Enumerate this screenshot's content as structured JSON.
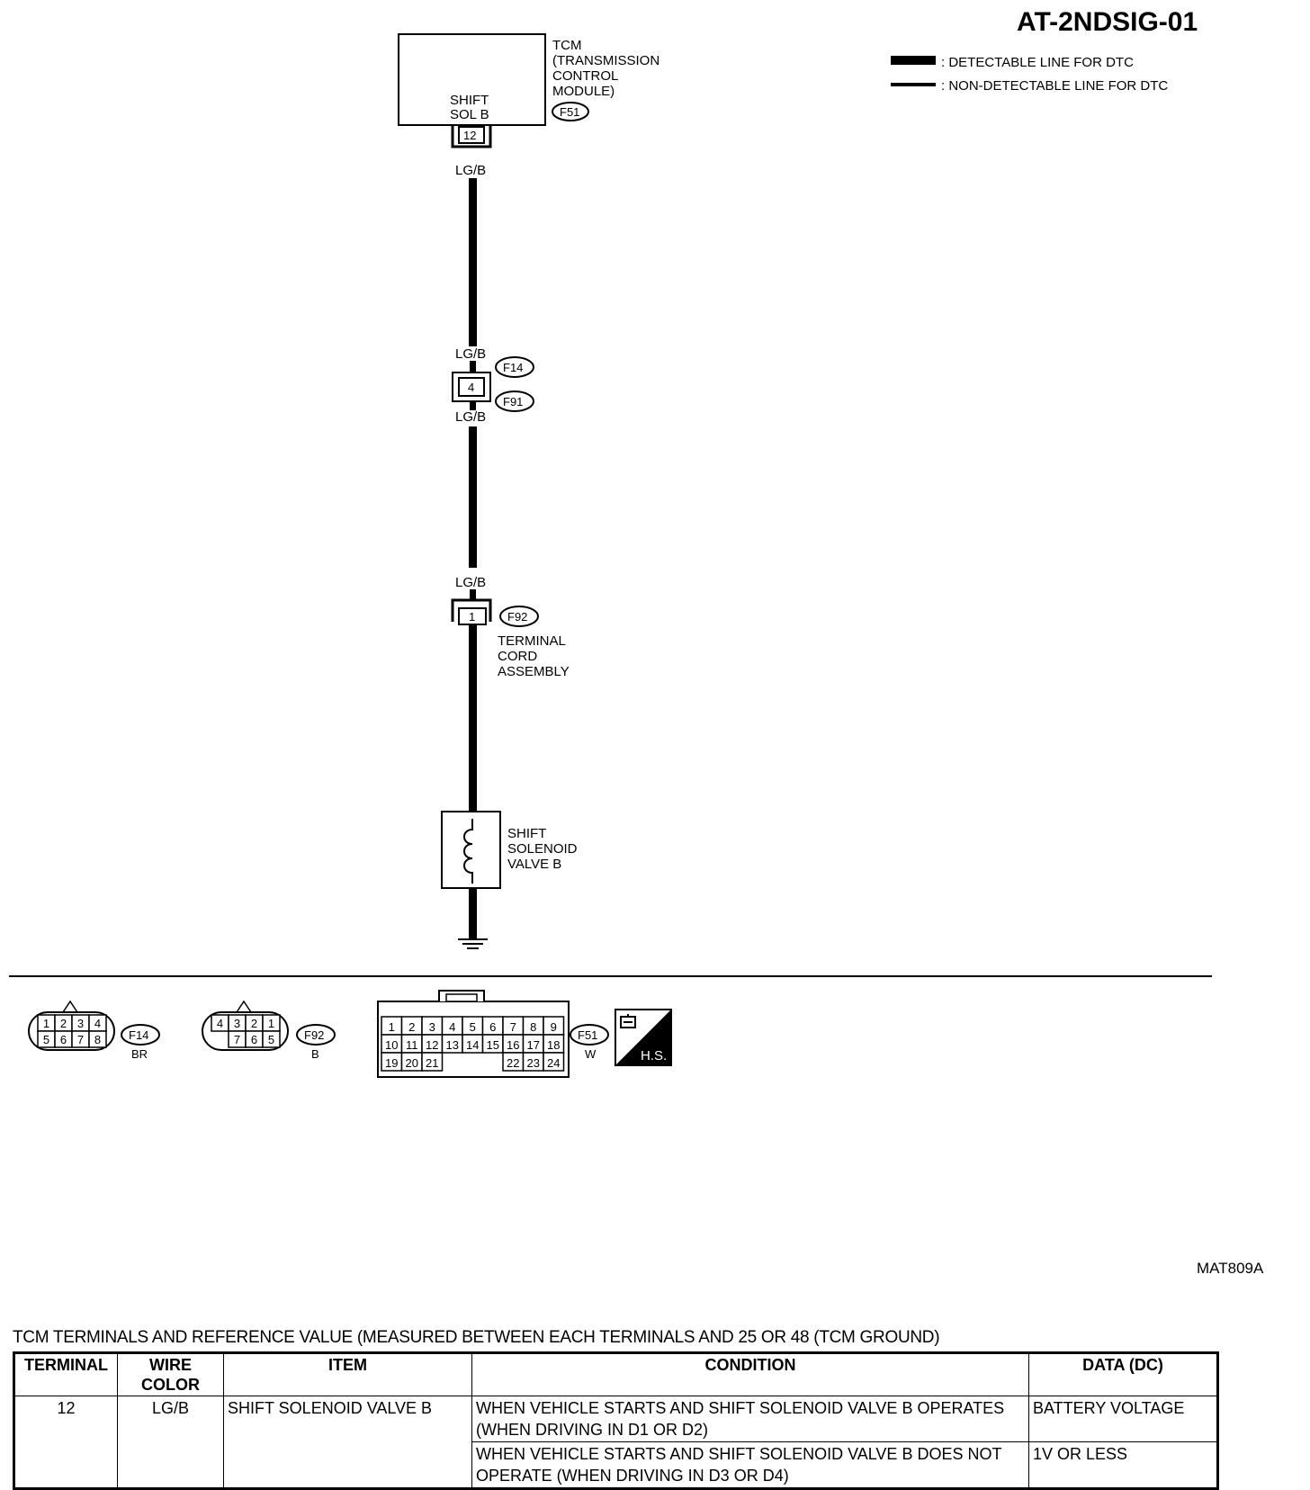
{
  "diagram_id": "AT-2NDSIG-01",
  "image_code": "MAT809A",
  "legend": [
    {
      "label": ": DETECTABLE LINE FOR DTC",
      "style": "thick"
    },
    {
      "label": ": NON-DETECTABLE LINE FOR DTC",
      "style": "thin"
    }
  ],
  "tcm": {
    "label_lines": [
      "TCM",
      "(TRANSMISSION",
      "CONTROL",
      "MODULE)"
    ],
    "pin_name_lines": [
      "SHIFT",
      "SOL B"
    ],
    "connector": "F51",
    "pin": "12"
  },
  "wire": {
    "color_top": "LG/B",
    "color_f14_above": "LG/B",
    "color_f91_below": "LG/B",
    "color_f92_above": "LG/B"
  },
  "joint_connector": {
    "top": "F14",
    "bottom": "F91",
    "pin": "4"
  },
  "terminal_cord": {
    "connector": "F92",
    "pin": "1",
    "label_lines": [
      "TERMINAL",
      "CORD",
      "ASSEMBLY"
    ]
  },
  "solenoid": {
    "label_lines": [
      "SHIFT",
      "SOLENOID",
      "VALVE B"
    ]
  },
  "connectors": [
    {
      "id": "F14",
      "color": "BR",
      "row1": [
        "1",
        "2",
        "3",
        "4"
      ],
      "row2": [
        "5",
        "6",
        "7",
        "8"
      ]
    },
    {
      "id": "F92",
      "color": "B",
      "row1": [
        "4",
        "3",
        "2",
        "1"
      ],
      "row2": [
        "7",
        "6",
        "5"
      ]
    },
    {
      "id": "F51",
      "color": "W",
      "row1": [
        "1",
        "2",
        "3",
        "4",
        "5",
        "6",
        "7",
        "8",
        "9"
      ],
      "row2": [
        "10",
        "11",
        "12",
        "13",
        "14",
        "15",
        "16",
        "17",
        "18"
      ],
      "row3_left": [
        "19",
        "20",
        "21"
      ],
      "row3_right": [
        "22",
        "23",
        "24"
      ]
    }
  ],
  "hs_badge": "H.S.",
  "table": {
    "caption": "TCM TERMINALS AND REFERENCE VALUE (MEASURED BETWEEN EACH TERMINALS AND 25 OR 48 (TCM GROUND)",
    "headers": [
      "TERMINAL",
      "WIRE COLOR",
      "ITEM",
      "CONDITION",
      "DATA (DC)"
    ],
    "row": {
      "terminal": "12",
      "wire_color": "LG/B",
      "item": "SHIFT SOLENOID VALVE B",
      "conditions": [
        {
          "condition": "WHEN VEHICLE STARTS AND SHIFT SOLENOID VALVE B OPERATES (WHEN DRIVING IN D1 OR D2)",
          "data": "BATTERY VOLTAGE"
        },
        {
          "condition": "WHEN VEHICLE STARTS AND SHIFT SOLENOID VALVE B DOES NOT OPERATE (WHEN DRIVING IN D3 OR D4)",
          "data": "1V OR LESS"
        }
      ]
    }
  }
}
